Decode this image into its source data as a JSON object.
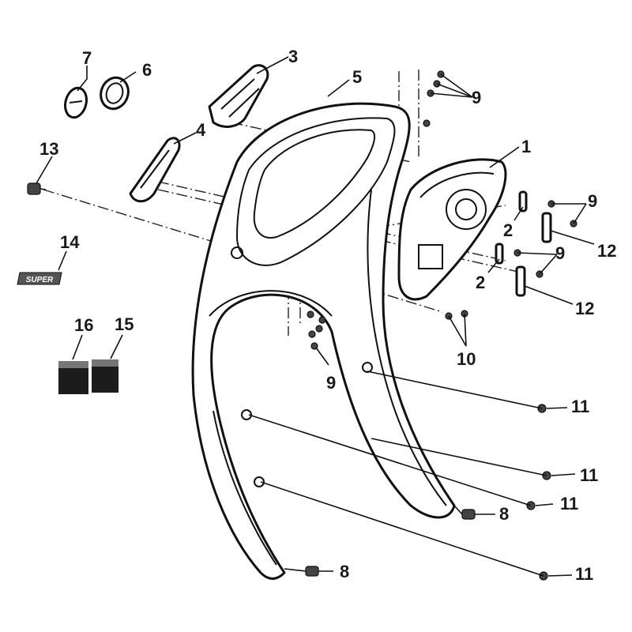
{
  "callouts": {
    "c1": "1",
    "c2a": "2",
    "c2b": "2",
    "c3": "3",
    "c4": "4",
    "c5": "5",
    "c6": "6",
    "c7": "7",
    "c8a": "8",
    "c8b": "8",
    "c9a": "9",
    "c9b": "9",
    "c9c": "9",
    "c9d": "9",
    "c10": "10",
    "c11a": "11",
    "c11b": "11",
    "c11c": "11",
    "c11d": "11",
    "c12a": "12",
    "c12b": "12",
    "c13": "13",
    "c14": "14",
    "c15": "15",
    "c16": "16"
  },
  "emblem_text": "SUPER"
}
